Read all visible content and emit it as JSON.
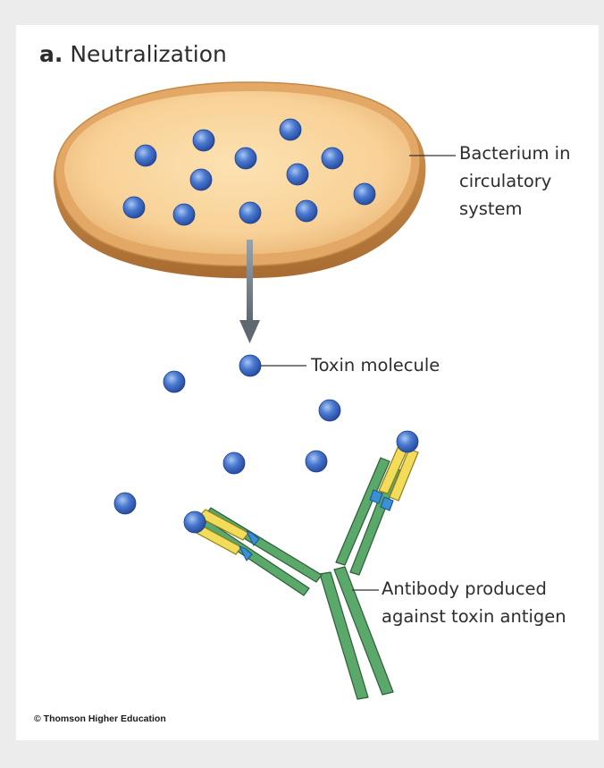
{
  "title": {
    "letter": "a.",
    "text": "Neutralization"
  },
  "labels": {
    "bacterium": "Bacterium in circulatory system",
    "toxin": "Toxin molecule",
    "antibody": "Antibody produced against toxin antigen"
  },
  "credit": "© Thomson Higher Education",
  "colors": {
    "toxin": "#3b6bc8",
    "bacterium_fill": "#f6c886",
    "bacterium_rim": "#c58a48",
    "antibody_heavy": "#5aa86a",
    "antibody_light": "#f3dc5a",
    "antibody_hinge": "#3b8fd4",
    "arrow": "#6b747d"
  }
}
